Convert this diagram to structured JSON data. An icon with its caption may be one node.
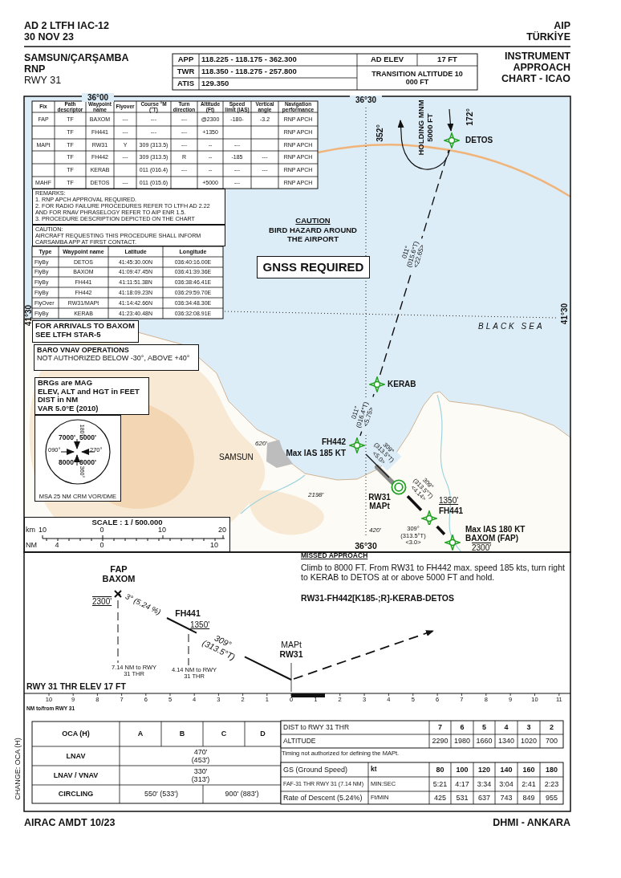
{
  "diagram": {
    "title": "INSTRUMENT APPROACH CHART - ICAO",
    "nodes": [
      {
        "text": [
          "REMARKS:",
          "1. RNP APCH APPROVAL REQUIRED.",
          "2. FOR RADIO FAILURE PROCEDURES REFER TO LTFH AD 2.22 AND FOR RNAV PHRASELOGY REFER TO AIP ENR 1.5.",
          "3. PROCEDURE DESCRIPTION DEPICTED ON THE CHART"
        ]
      },
      {
        "text": [
          "CAUTION:",
          "AIRCRAFT REQUESTING THIS PROCEDURE SHALL INFORM CARSAMBA APP AT FIRST CONTACT."
        ]
      },
      {
        "text": [
          "FOR ARRIVALS TO BAXOM SEE LTFH STAR-5"
        ]
      },
      {
        "text": [
          "BARO VNAV OPERATIONS",
          "NOT AUTHORIZED BELOW -30°, ABOVE +40°"
        ]
      },
      {
        "text": [
          "BRGs are MAG",
          "ELEV, ALT and HGT in FEET",
          "DIST in NM",
          "VAR 5.0°E (2010)"
        ]
      },
      {
        "text": [
          "MSA 25 NM CRM VOR/DME"
        ]
      },
      {
        "text": [
          "SCALE : 1 / 500.000"
        ]
      },
      {
        "text": [
          "GNSS REQUIRED"
        ]
      },
      {
        "text": [
          "DETOS"
        ]
      },
      {
        "text": [
          "KERAB"
        ]
      },
      {
        "text": [
          "FH442",
          "Max IAS 185 KT"
        ]
      },
      {
        "text": [
          "RW31 MAPt"
        ]
      },
      {
        "text": [
          "FH441"
        ],
        "beside": [
          "1350'"
        ]
      },
      {
        "text": [
          "Max IAS 180 KT",
          "BAXOM (FAP)"
        ],
        "beside": [
          "2300'"
        ]
      }
    ],
    "edges": [
      {
        "from": 13,
        "to": 12,
        "arrow": "none",
        "label": "309° (313.5°T) <3.0>",
        "style": "thick"
      },
      {
        "from": 12,
        "to": 11,
        "arrow": "none",
        "label": "309° (313.5°T) <4.14>",
        "style": "thick"
      },
      {
        "from": 11,
        "to": 10,
        "arrow": "none",
        "label": "309° (313.5°T) <5.0>"
      },
      {
        "from": 10,
        "to": 9,
        "arrow": "none",
        "label": "011° (016.4°T) <5.75>",
        "style": "dashed"
      },
      {
        "from": 9,
        "to": 8,
        "arrow": "none",
        "label": "011° (015.6°T) <22.65>",
        "style": "dashed"
      },
      {
        "from": null,
        "to": 8,
        "arrow": "to"
      },
      {
        "from": 8,
        "to": null,
        "arrow": "to"
      }
    ],
    "labels": [
      "AD 2 LTFH IAC-12",
      "30 NOV 23",
      "AIP",
      "TÜRKİYE",
      "SAMSUN/ÇARŞAMBA",
      "RNP",
      "RWY 31",
      "APP",
      "118.225 - 118.175 - 362.300",
      "AD ELEV",
      "17 FT",
      "TWR",
      "118.350 - 118.275 - 257.800",
      "TRANSITION ALTITUDE 10 000 FT",
      "ATIS",
      "129.350",
      "Fix",
      "Path descriptor",
      "Waypoint name",
      "Flyover",
      "Course °M (°T)",
      "Turn direction",
      "Altitude (Ft)",
      "Speed limit (IAS)",
      "Vertical angle",
      "Navigation performance",
      "FAP",
      "TF",
      "BAXOM",
      "---",
      "---",
      "---",
      "@2300",
      "-180-",
      "-3.2",
      "RNP APCH",
      "TF",
      "FH441",
      "---",
      "---",
      "---",
      "+1350",
      "RNP APCH",
      "MAPt",
      "TF",
      "RW31",
      "Y",
      "309 (313.5)",
      "---",
      "--",
      "---",
      "RNP APCH",
      "TF",
      "FH442",
      "---",
      "309 (313.5)",
      "R",
      "--",
      "-185",
      "---",
      "RNP APCH",
      "TF",
      "KERAB",
      "011 (016.4)",
      "---",
      "--",
      "---",
      "---",
      "RNP APCH",
      "MAHF",
      "TF",
      "DETOS",
      "---",
      "011 (015.6)",
      "+5000",
      "---",
      "RNP APCH",
      "Type",
      "Waypoint name",
      "Latitude",
      "Longitude",
      "FlyBy",
      "DETOS",
      "41:45:30.00N",
      "036:40:16.00E",
      "FlyBy",
      "BAXOM",
      "41:09:47.45N",
      "036:41:39.36E",
      "FlyBy",
      "FH441",
      "41:11:51.38N",
      "036:38:46.41E",
      "FlyBy",
      "FH442",
      "41:18:09.23N",
      "036:29:59.70E",
      "FlyOver",
      "RW31/MAPt",
      "41:14:42.66N",
      "036:34:48.30E",
      "FlyBy",
      "KERAB",
      "41:23:40.48N",
      "036:32:08.91E",
      "36°00",
      "36°30",
      "CAUTION",
      "BIRD HAZARD AROUND THE AIRPORT",
      "352°",
      "HOLDING MNM 5000 FT",
      "172°",
      "41°30",
      "41°30",
      "BLACK SEA",
      "620'",
      "SAMSUN",
      "2198'",
      "420'",
      "36°30",
      "180°",
      "7000'",
      "5000'",
      "090°",
      "270°",
      "8000'",
      "8000'",
      "360°",
      "km",
      "10",
      "0",
      "10",
      "20",
      "NM",
      "4",
      "0",
      "10",
      "MISSED APPROACH",
      "Climb to 8000 FT. From RW31 to FH442 max. speed 185 kts, turn right to KERAB to DETOS at or above 5000 FT and hold.",
      "RW31-FH442[K185-;R]-KERAB-DETOS",
      "FAP BAXOM",
      "2300'",
      "3° (5.24 %)",
      "FH441",
      "1350'",
      "309° (313.5°T)",
      "MAPt",
      "RW31",
      "7.14 NM to RWY 31 THR",
      "4.14 NM to RWY 31 THR",
      "RWY 31 THR ELEV 17 FT",
      "10",
      "9",
      "8",
      "7",
      "6",
      "5",
      "4",
      "3",
      "2",
      "1",
      "0",
      "1",
      "2",
      "3",
      "4",
      "5",
      "6",
      "7",
      "8",
      "9",
      "10",
      "11",
      "NM to/from RWY 31",
      "OCA (H)",
      "A",
      "B",
      "C",
      "D",
      "LNAV",
      "470' (453')",
      "LNAV / VNAV",
      "330' (313')",
      "CIRCLING",
      "550' (533')",
      "900' (883')",
      "DIST to RWY 31 THR",
      "7",
      "6",
      "5",
      "4",
      "3",
      "2",
      "ALTITUDE",
      "2290",
      "1980",
      "1660",
      "1340",
      "1020",
      "700",
      "Timing not authorized for defining the MAPt.",
      "GS (Ground Speed)",
      "kt",
      "80",
      "100",
      "120",
      "140",
      "160",
      "180",
      "FAF-31 THR RWY 31 (7.14 NM)",
      "MIN:SEC",
      "5:21",
      "4:17",
      "3:34",
      "3:04",
      "2:41",
      "2:23",
      "Rate of Descent (5.24%)",
      "Ft/MIN",
      "425",
      "531",
      "637",
      "743",
      "849",
      "955",
      "CHANGE: OCA (H)",
      "AIRAC AMDT 10/23",
      "DHMI - ANKARA"
    ]
  }
}
